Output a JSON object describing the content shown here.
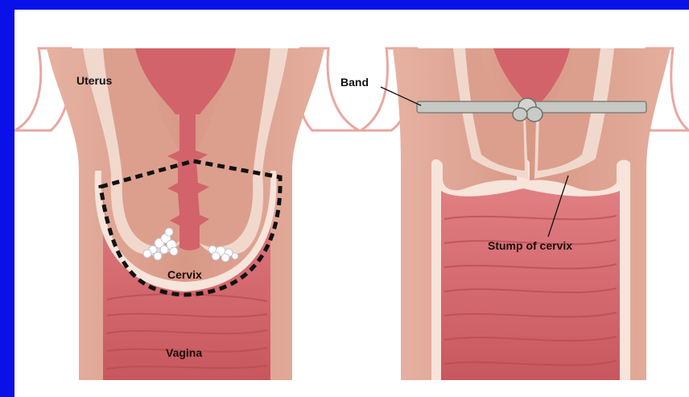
{
  "labels": {
    "uterus": "Uterus",
    "cervix": "Cervix",
    "vagina": "Vagina",
    "band": "Band",
    "stump": "Stump of cervix"
  },
  "colors": {
    "frame_border": "#0a10e8",
    "tissue": "#d99a86",
    "tissue_light": "#f1d8cc",
    "lining": "#f7e4da",
    "canal": "#d2636a",
    "vaginal_wall": "#cf6268",
    "band": "#c6c8c4",
    "outline": "#111111"
  }
}
